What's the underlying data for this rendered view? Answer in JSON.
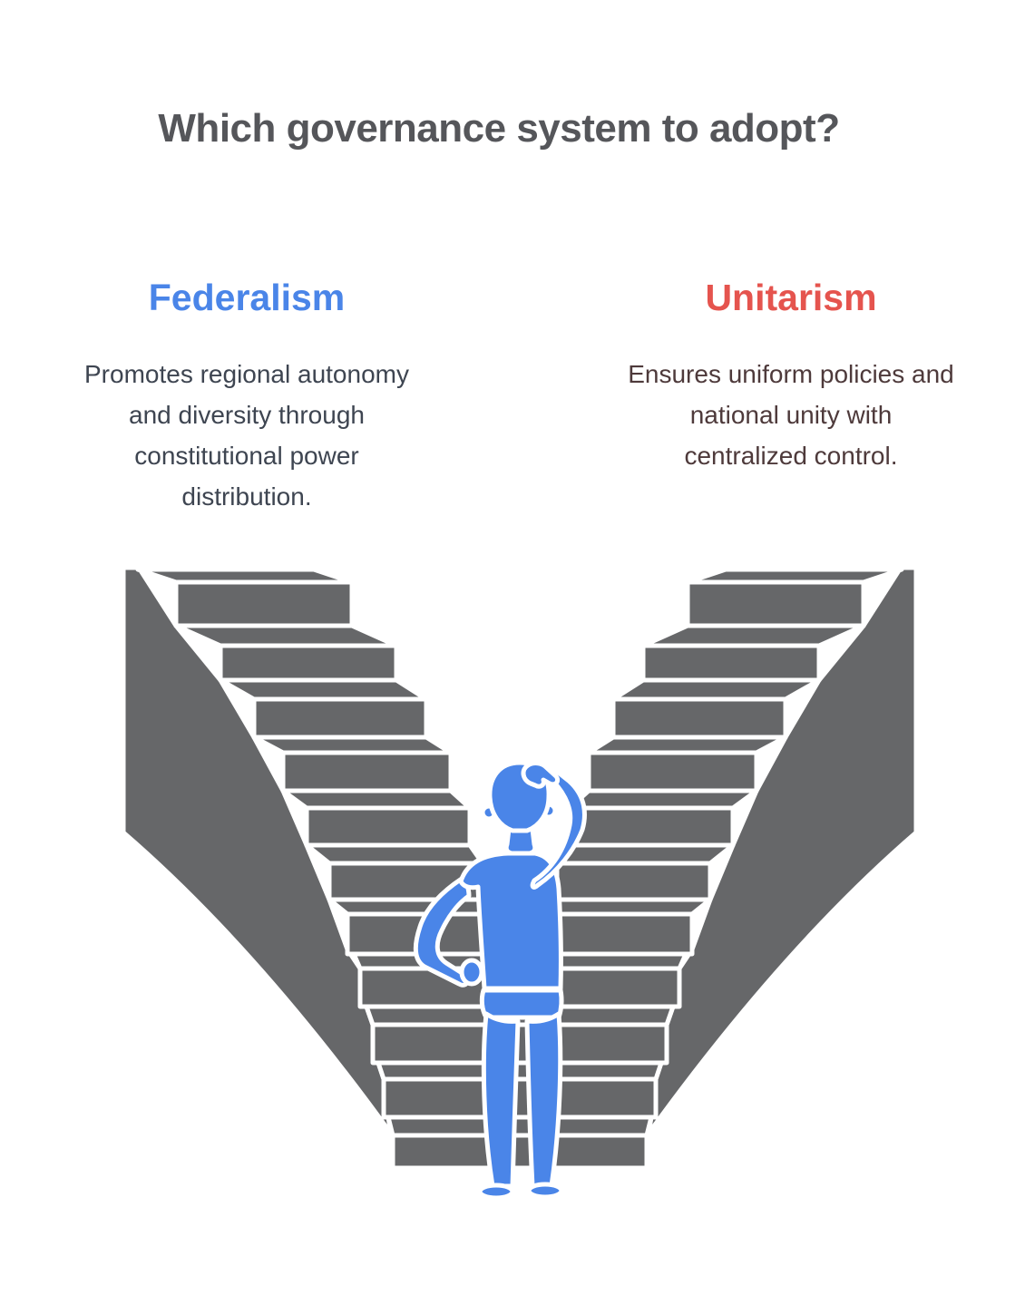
{
  "title": "Which governance system to adopt?",
  "title_color": "#55565A",
  "background_color": "#FFFFFF",
  "options": [
    {
      "id": "federalism",
      "label": "Federalism",
      "description": "Promotes regional autonomy and diversity through constitutional power distribution.",
      "accent_color": "#4A85E8",
      "text_color": "#3E4551"
    },
    {
      "id": "unitarism",
      "label": "Unitarism",
      "description": "Ensures uniform policies and national unity with centralized control.",
      "accent_color": "#E5544E",
      "text_color": "#4E3A3B"
    }
  ],
  "illustration": {
    "name": "person-pondering-between-two-diverging-staircases",
    "stair_color": "#666769",
    "outline_color": "#FFFFFF",
    "person_color": "#4A85E8"
  }
}
